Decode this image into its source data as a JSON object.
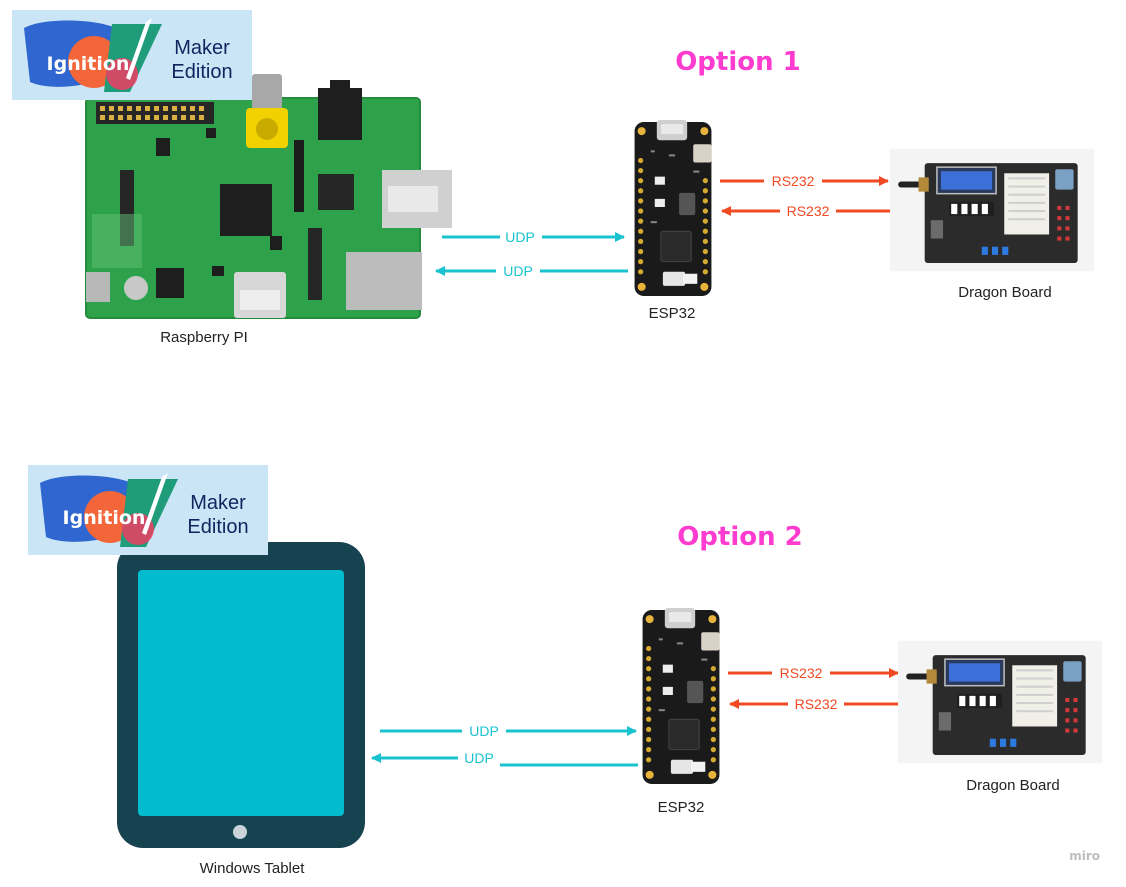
{
  "options": [
    {
      "title": "Option 1",
      "host_label": "Raspberry PI",
      "host_type": "raspberry-pi-board",
      "controller_label": "ESP32",
      "target_label": "Dragon Board",
      "links": {
        "udp_out": "UDP",
        "udp_in": "UDP",
        "rs_out": "RS232",
        "rs_in": "RS232"
      },
      "logo": {
        "word": "Ignition",
        "line1": "Maker",
        "line2": "Edition"
      }
    },
    {
      "title": "Option 2",
      "host_label": "Windows Tablet",
      "host_type": "tablet",
      "controller_label": "ESP32",
      "target_label": "Dragon Board",
      "links": {
        "udp_out": "UDP",
        "udp_in": "UDP",
        "rs_out": "RS232",
        "rs_in": "RS232"
      },
      "logo": {
        "word": "Ignition",
        "line1": "Maker",
        "line2": "Edition"
      }
    }
  ],
  "watermark": "miro",
  "colors": {
    "udp": "#19c2cf",
    "rs232": "#ef4a23",
    "title": "#ff3cd0",
    "pcb": "#2ea24a",
    "tablet_frame": "#17424f",
    "tablet_screen": "#00bccd"
  }
}
